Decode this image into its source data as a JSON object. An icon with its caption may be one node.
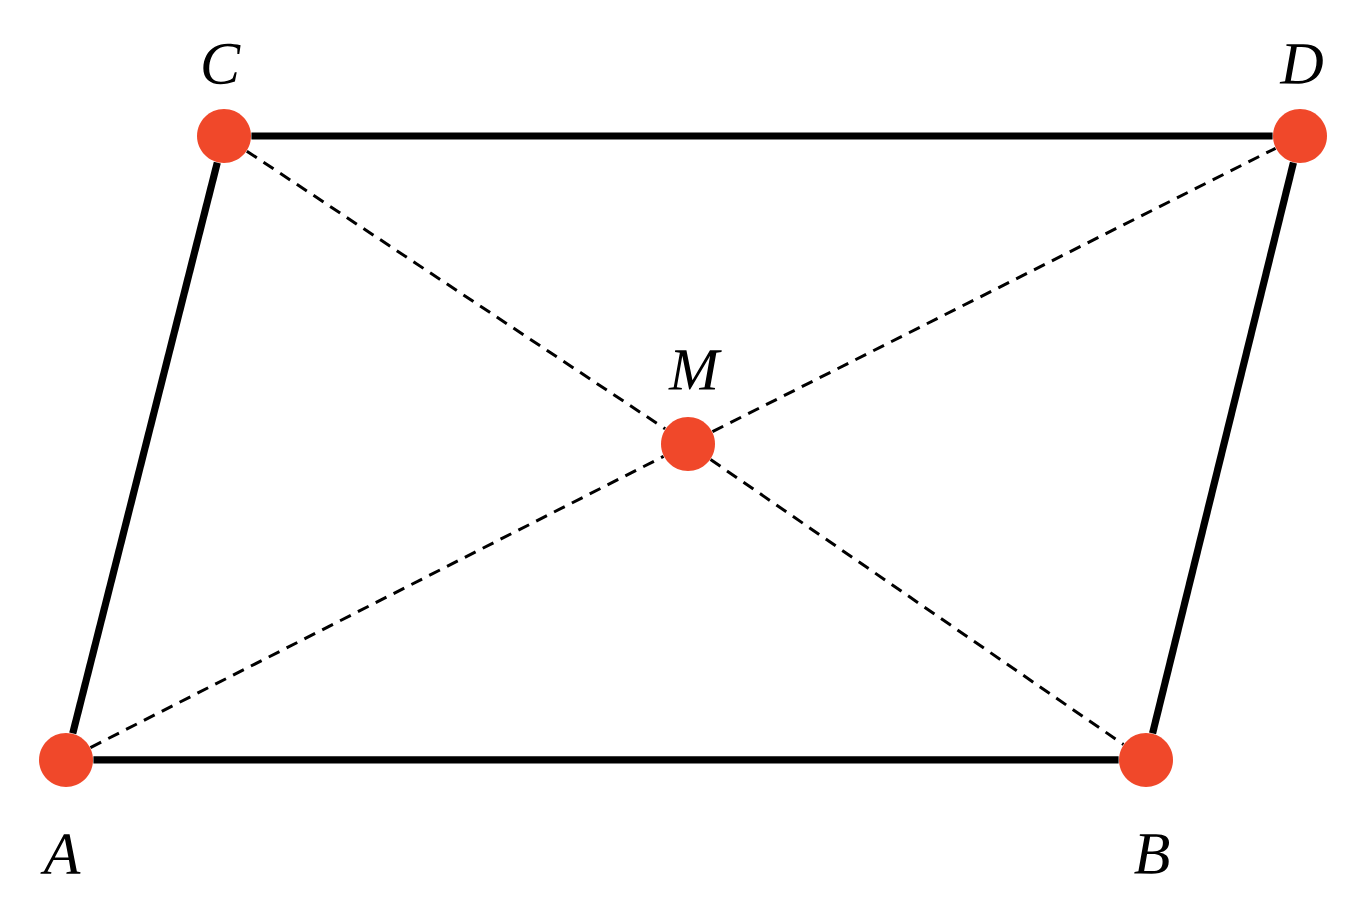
{
  "diagram": {
    "nodes": [
      {
        "text": [],
        "shape": "circle",
        "beside": [
          "C"
        ]
      },
      {
        "text": [],
        "shape": "circle",
        "beside": [
          "D"
        ]
      },
      {
        "text": [],
        "shape": "circle",
        "beside": [
          "M"
        ]
      },
      {
        "text": [],
        "shape": "circle",
        "beside": [
          "A"
        ]
      },
      {
        "text": [],
        "shape": "circle",
        "beside": [
          "B"
        ]
      }
    ],
    "edges": [
      {
        "from": 0,
        "to": 1,
        "arrow": "none",
        "style": "thick"
      },
      {
        "from": 3,
        "to": 4,
        "arrow": "none",
        "style": "thick"
      },
      {
        "from": 3,
        "to": 0,
        "arrow": "none",
        "style": "thick"
      },
      {
        "from": 4,
        "to": 1,
        "arrow": "none",
        "style": "thick"
      },
      {
        "from": 0,
        "to": 2,
        "arrow": "none",
        "style": "dashed"
      },
      {
        "from": 2,
        "to": 4,
        "arrow": "none",
        "style": "dashed"
      },
      {
        "from": 3,
        "to": 2,
        "arrow": "none",
        "style": "dashed"
      },
      {
        "from": 2,
        "to": 1,
        "arrow": "none",
        "style": "dashed"
      }
    ]
  }
}
